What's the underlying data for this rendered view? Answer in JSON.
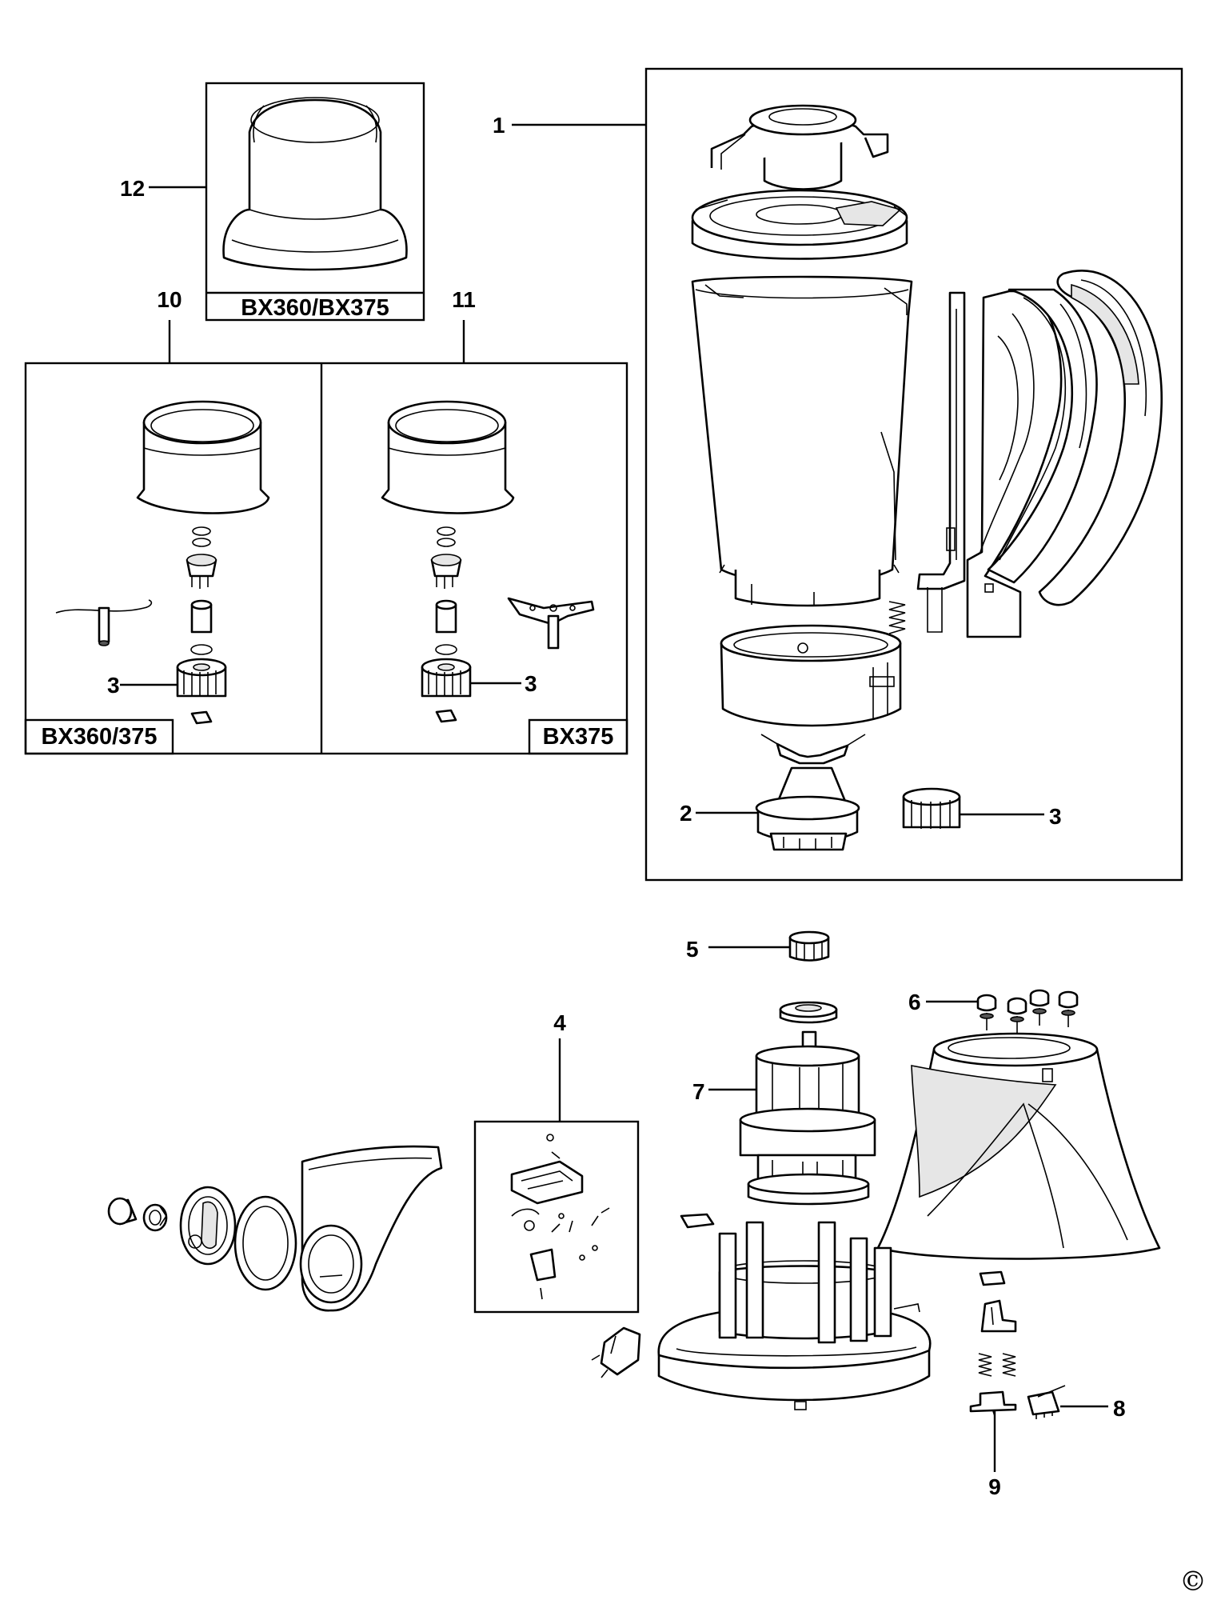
{
  "diagram": {
    "part_numbers": {
      "p1": "1",
      "p2": "2",
      "p3a": "3",
      "p3b": "3",
      "p3c": "3",
      "p4": "4",
      "p5": "5",
      "p6": "6",
      "p7": "7",
      "p8": "8",
      "p9": "9",
      "p10": "10",
      "p11": "11",
      "p12": "12"
    },
    "model_labels": {
      "box12": "BX360/BX375",
      "box10": "BX360/375",
      "box11": "BX375"
    },
    "copyright": "©"
  }
}
